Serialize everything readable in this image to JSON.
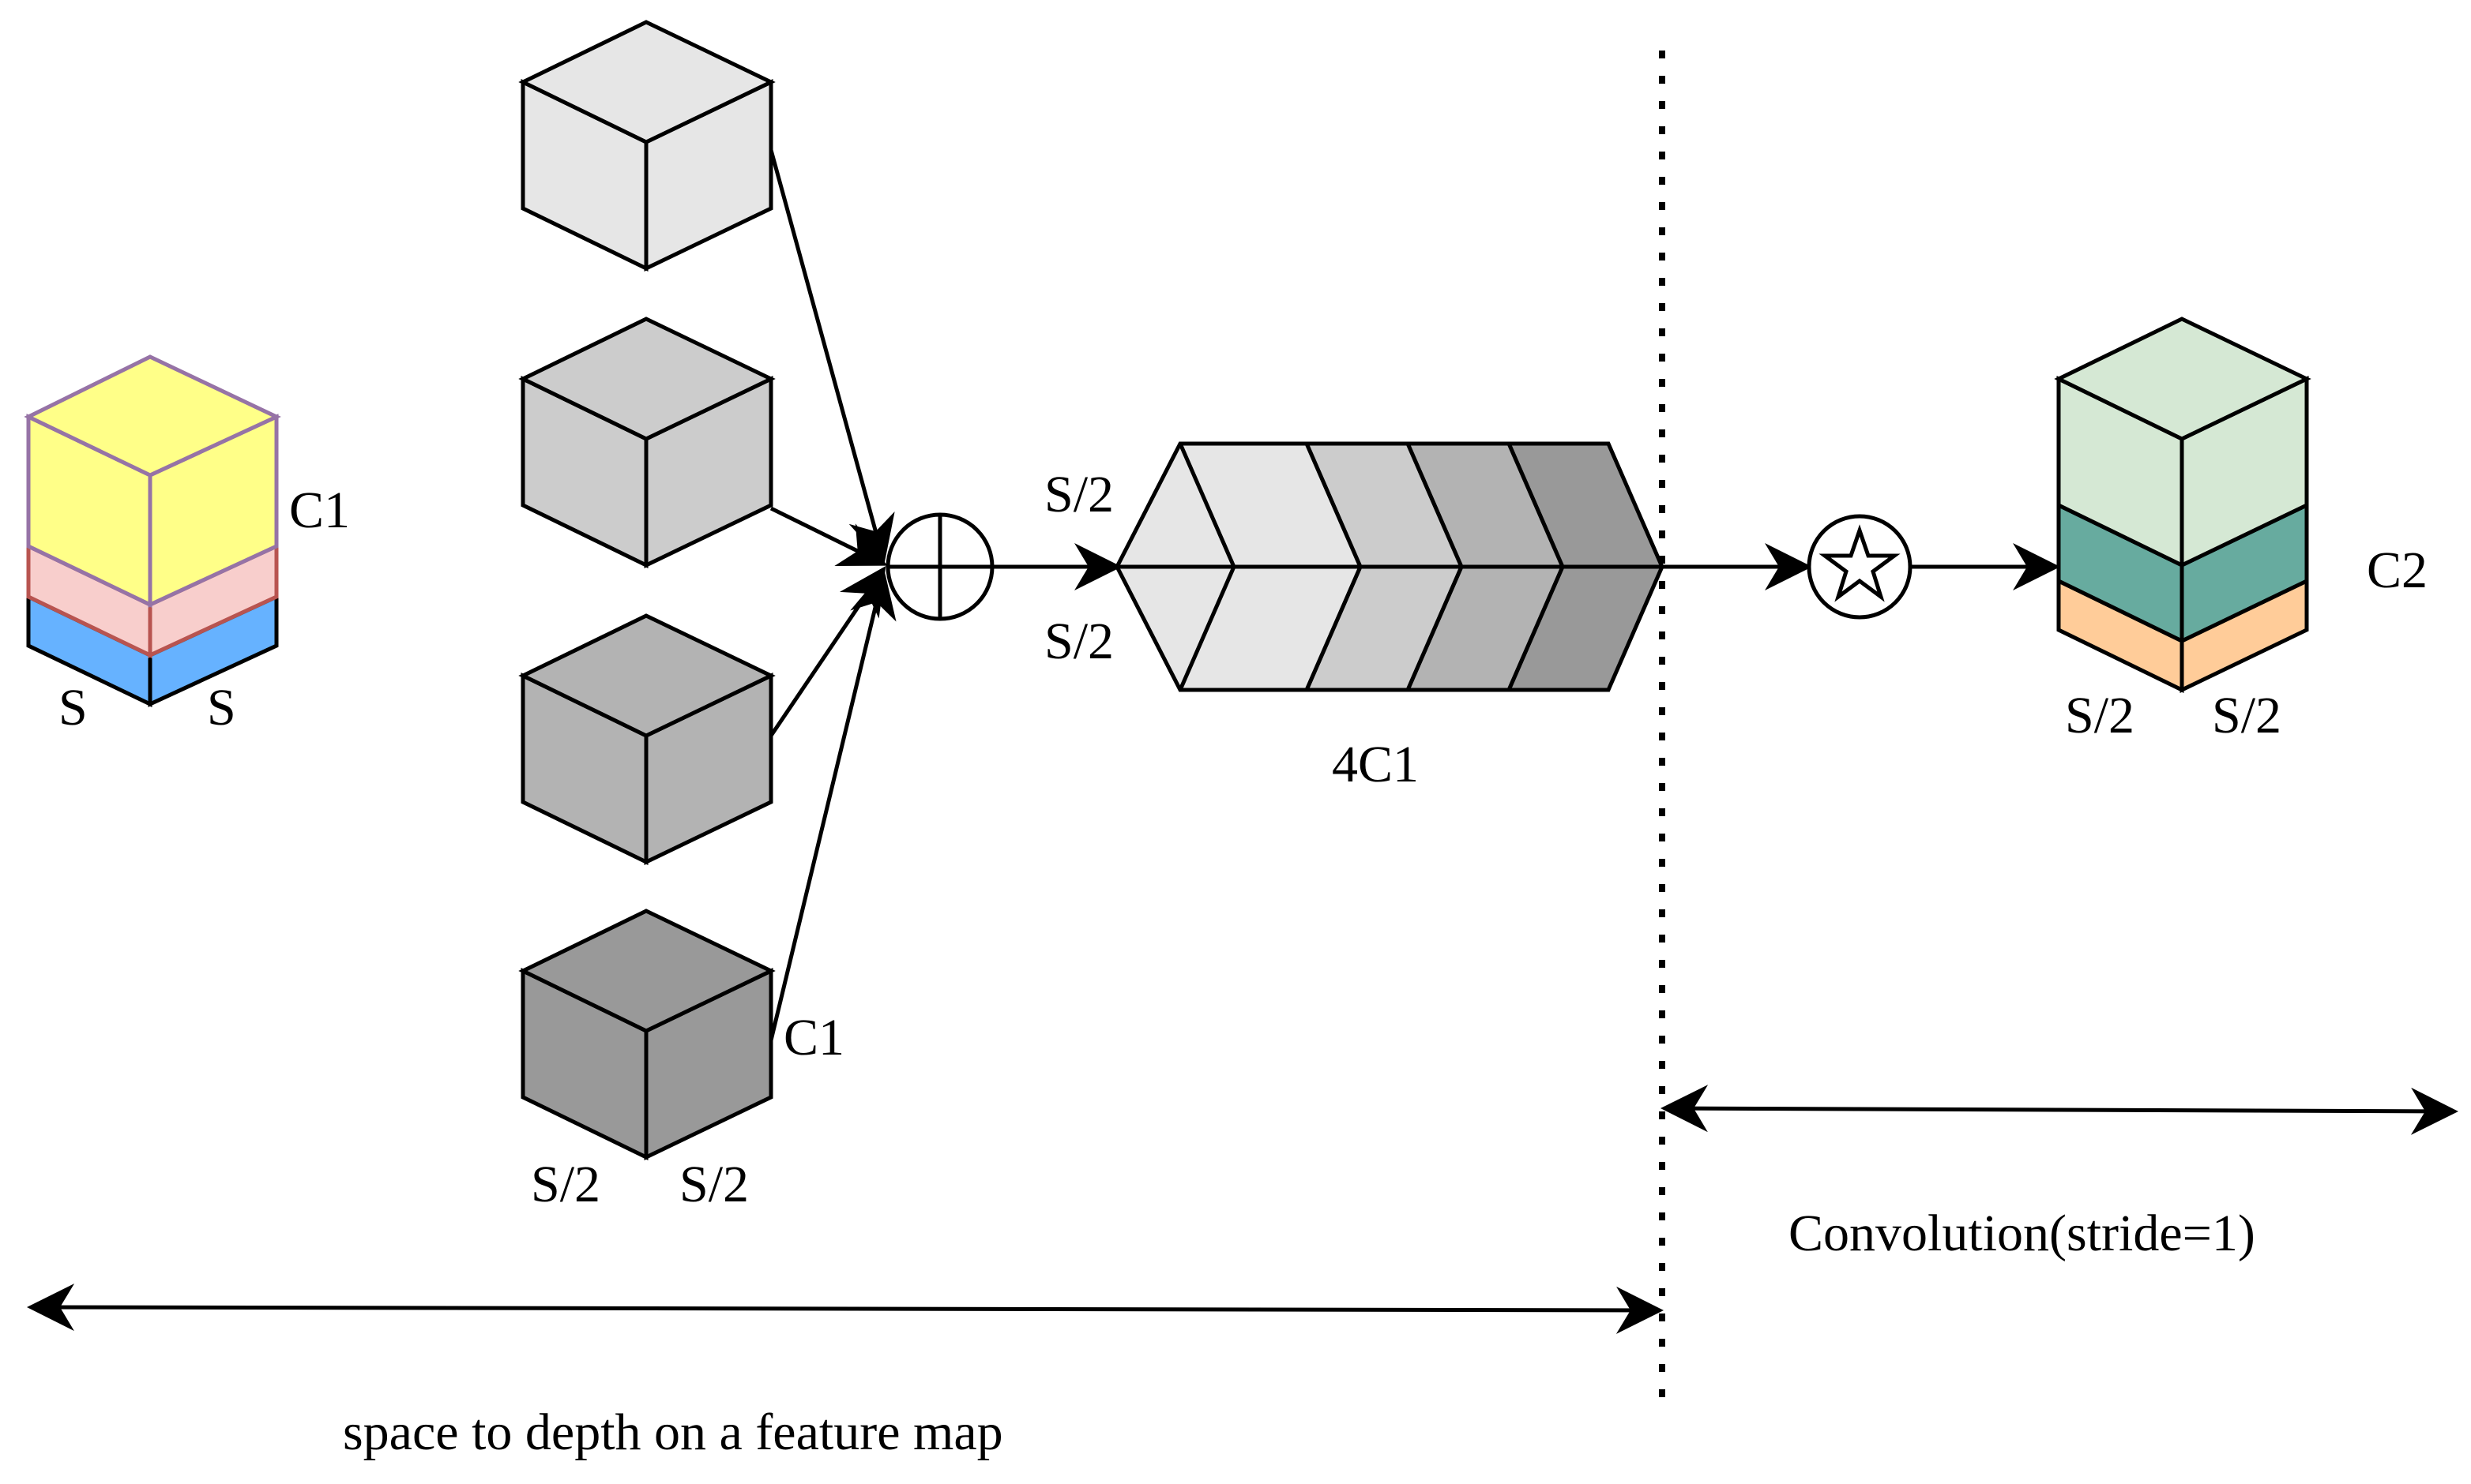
{
  "labels": {
    "input_channels": "C1",
    "input_width": "S",
    "input_height": "S",
    "slice_channels": "C1",
    "slice_width": "S/2",
    "slice_height": "S/2",
    "concat_height": "S/2",
    "concat_width": "S/2",
    "concat_channels": "4C1",
    "output_channels": "C2",
    "output_width": "S/2",
    "output_height": "S/2",
    "space_to_depth_caption": "space to depth on a feature map",
    "convolution_caption": "Convolution(stride=1)"
  },
  "symbols": {
    "concat_operator": "⊕",
    "conv_operator": "☆"
  },
  "colors": {
    "input_channel_top": "#ffff88",
    "input_channel_middle": "#f8cecc",
    "input_channel_bottom": "#66b2ff",
    "input_outline": "#9673a6",
    "slice_1": "#e6e6e6",
    "slice_2": "#cccccc",
    "slice_3": "#b3b3b3",
    "slice_4": "#999999",
    "output_top": "#d5e8d4",
    "output_middle": "#67ab9f",
    "output_bottom": "#ffcc99"
  }
}
